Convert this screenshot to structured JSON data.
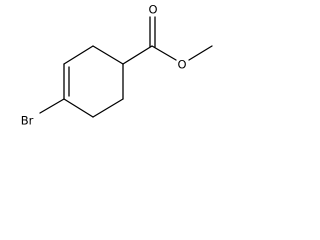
{
  "molecule": {
    "atoms": {
      "oxygen_carbonyl": "O",
      "oxygen_ester": "O",
      "bromine": "Br"
    }
  }
}
